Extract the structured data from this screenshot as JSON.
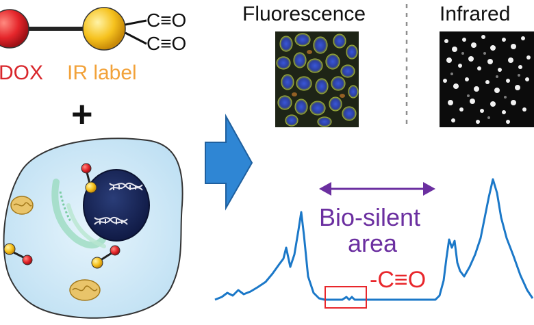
{
  "molecule": {
    "drug_label": "DOX",
    "ir_label": "IR label",
    "carbonyl_1": "C≡O",
    "carbonyl_2": "C≡O",
    "plus_sign": "+"
  },
  "imaging": {
    "fluorescence_label": "Fluorescence",
    "infrared_label": "Infrared"
  },
  "spectrum": {
    "bio_silent_line1": "Bio-silent",
    "bio_silent_line2": "area",
    "carbonyl_peak_label": "-C≡O"
  },
  "colors": {
    "dox_red": "#d8262b",
    "ir_label_orange": "#f2a23a",
    "bio_silent_purple": "#6b2fa0",
    "spectrum_blue": "#1b78c8",
    "arrow_blue": "#2f86d4",
    "cell_blue": "#cfe8f7",
    "nucleus_navy": "#1a2a5e"
  }
}
